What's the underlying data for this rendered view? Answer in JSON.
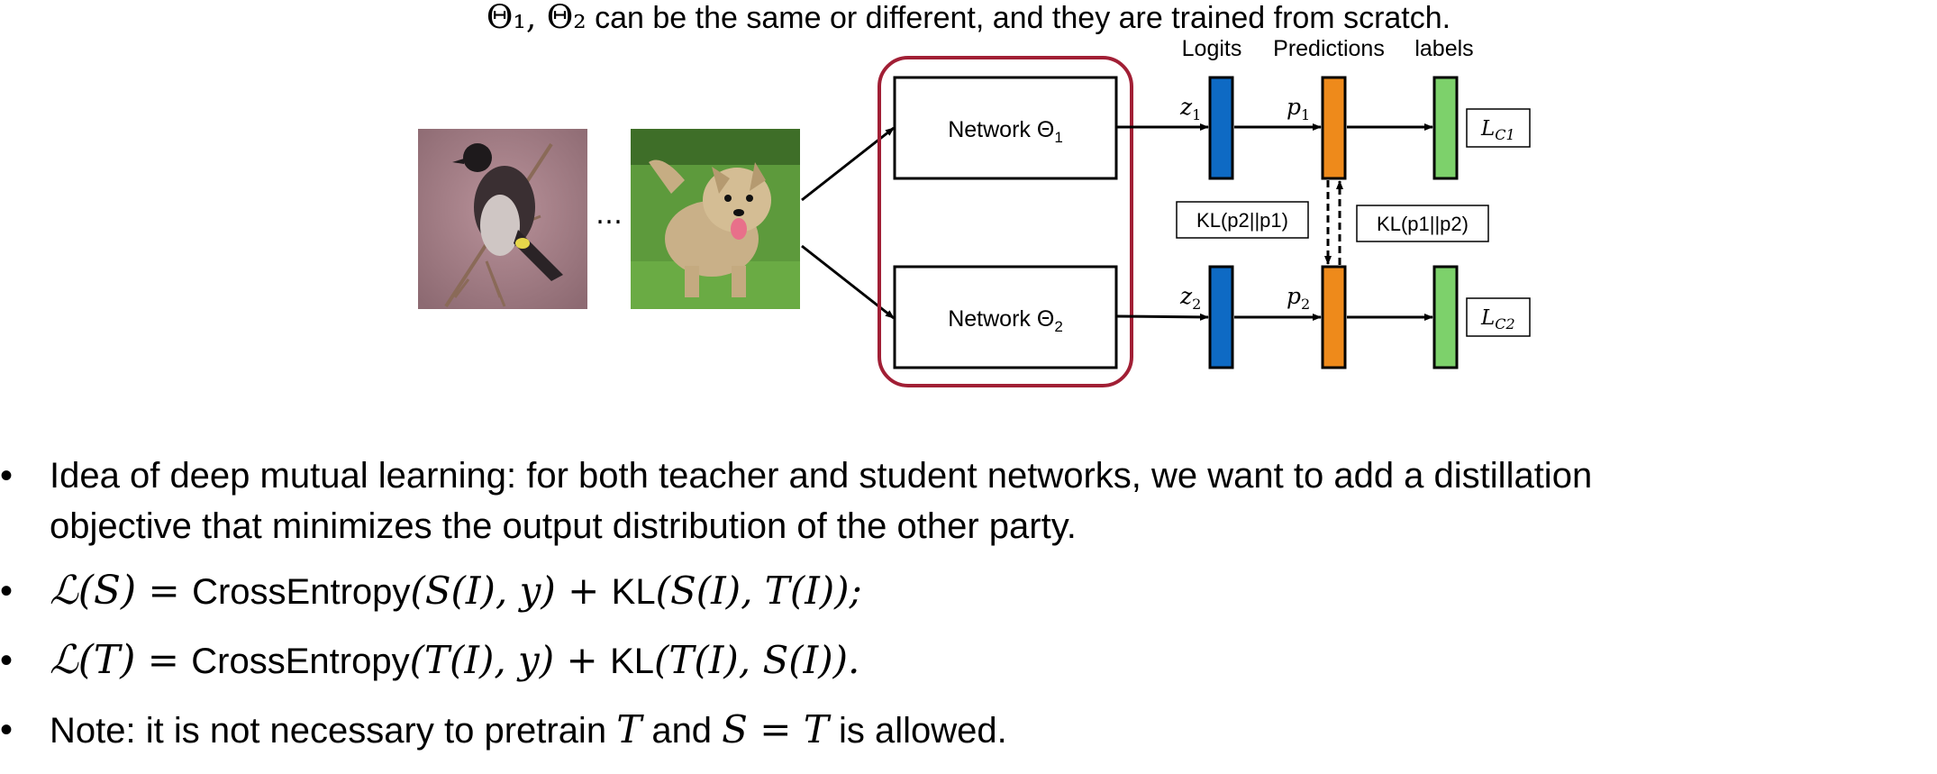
{
  "caption": {
    "math": "Θ₁, Θ₂",
    "text": " can be the same or different, and they are trained from scratch."
  },
  "diagram": {
    "headers": {
      "logits": "Logits",
      "predictions": "Predictions",
      "labels": "labels"
    },
    "ellipsis": "…",
    "network1": {
      "prefix": "Network Θ",
      "sub": "1"
    },
    "network2": {
      "prefix": "Network Θ",
      "sub": "2"
    },
    "z1": {
      "base": "z",
      "sub": "1"
    },
    "z2": {
      "base": "z",
      "sub": "2"
    },
    "p1": {
      "base": "p",
      "sub": "1"
    },
    "p2": {
      "base": "p",
      "sub": "2"
    },
    "kl_left": "KL(p2||p1)",
    "kl_right": "KL(p1||p2)",
    "lc1": {
      "base": "L",
      "sub": "C1"
    },
    "lc2": {
      "base": "L",
      "sub": "C2"
    },
    "colors": {
      "logit": "#0E6AC4",
      "prediction": "#EE8A1B",
      "label": "#7DD16B",
      "frame": "#A11F35"
    }
  },
  "bullets": {
    "b1_line1": "Idea of deep mutual learning: for both teacher and student networks, we want to add a distillation",
    "b1_line2": "objective that minimizes the output distribution of the other party.",
    "b2": {
      "loss": "ℒ(S)",
      "eq": " = ",
      "ce": "CrossEntropy",
      "ce_args": "(S(I), y)",
      "plus": " + ",
      "kl": "KL",
      "kl_args": "(S(I), T(I));"
    },
    "b3": {
      "loss": "ℒ(T)",
      "eq": " = ",
      "ce": "CrossEntropy",
      "ce_args": "(T(I), y)",
      "plus": " + ",
      "kl": "KL",
      "kl_args": "(T(I), S(I))."
    },
    "b4": {
      "pre": "Note: it is not necessary to pretrain ",
      "t": "T",
      "mid": " and ",
      "eqn": "S = T",
      "post": " is allowed."
    },
    "bullet_glyph": "•"
  }
}
